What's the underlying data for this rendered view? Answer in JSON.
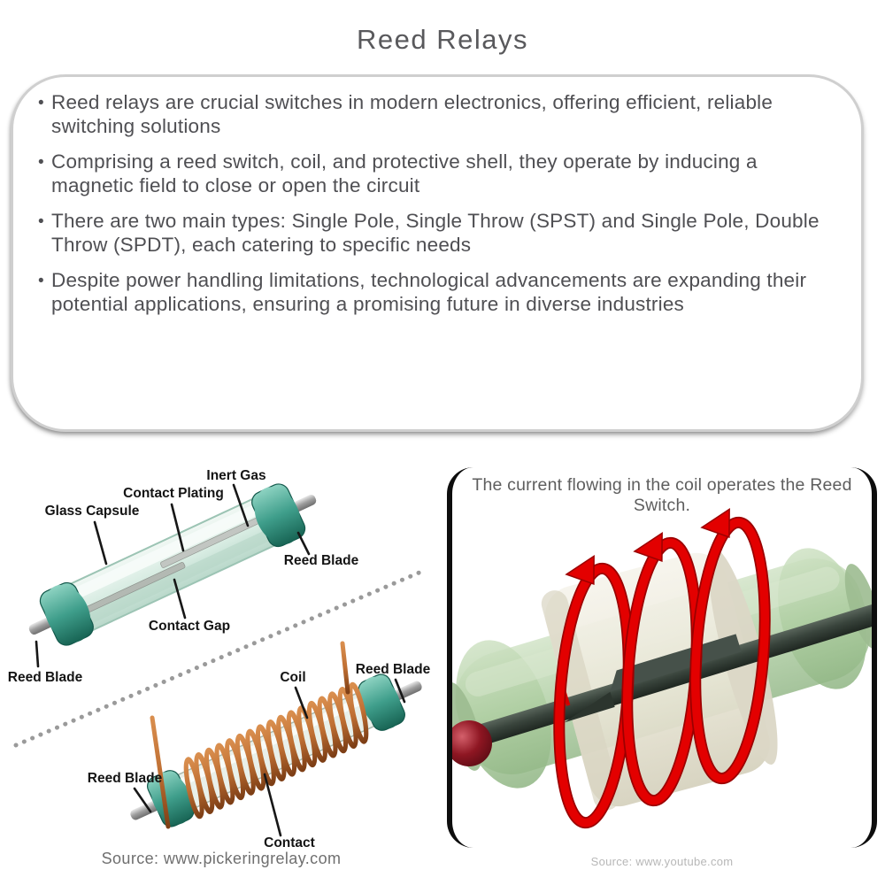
{
  "page": {
    "title": "Reed Relays"
  },
  "summary": {
    "bullets": [
      "Reed relays are crucial switches in modern electronics, offering efficient, reliable switching solutions",
      "Comprising a reed switch, coil, and protective shell, they operate by inducing a magnetic field to close or open the circuit",
      "There are two main types: Single Pole, Single Throw (SPST) and Single Pole, Double Throw (SPDT), each catering to specific needs",
      "Despite power handling limitations, technological advancements are expanding their potential applications, ensuring a promising future in diverse industries"
    ]
  },
  "figures": {
    "left": {
      "switch_labels": {
        "inert_gas": "Inert Gas",
        "contact_plating": "Contact Plating",
        "glass_capsule": "Glass Capsule",
        "reed_blade_right": "Reed Blade",
        "contact_gap": "Contact Gap",
        "reed_blade_left": "Reed Blade"
      },
      "relay_labels": {
        "coil": "Coil",
        "reed_blade_top_right": "Reed Blade",
        "reed_blade_left": "Reed Blade",
        "contact": "Contact"
      },
      "source": "Source: www.pickeringrelay.com"
    },
    "right": {
      "caption": "The current flowing in the coil operates the Reed Switch.",
      "source": "Source: www.youtube.com"
    }
  },
  "colors": {
    "text_gray": "#59595c",
    "body_text": "#4f4f53",
    "border_gray": "#cfcfcf",
    "label_ink": "#141414",
    "teal": "#3f9e8b",
    "teal_dark": "#176353",
    "teal_light": "#8ed3c2",
    "glass": "#d6ebe1",
    "glass_edge": "#9cc4b4",
    "pin_gray": "#9c9c9c",
    "copper": "#bf6f33",
    "copper_dark": "#7e3f16",
    "copper_light": "#d98e4e",
    "red": "#e30000",
    "red_dark": "#9c0000",
    "ball_red": "#8e1622",
    "rod": "#39443c",
    "capsule_green": "#adcda0",
    "cream": "#e9e6d6",
    "dot_gray": "#9a9a9a",
    "caption_gray": "#5e5e5e",
    "source_gray": "#6f6f6f",
    "source_faint": "#b7b7b7",
    "panel_border": "#0d0d0d"
  }
}
